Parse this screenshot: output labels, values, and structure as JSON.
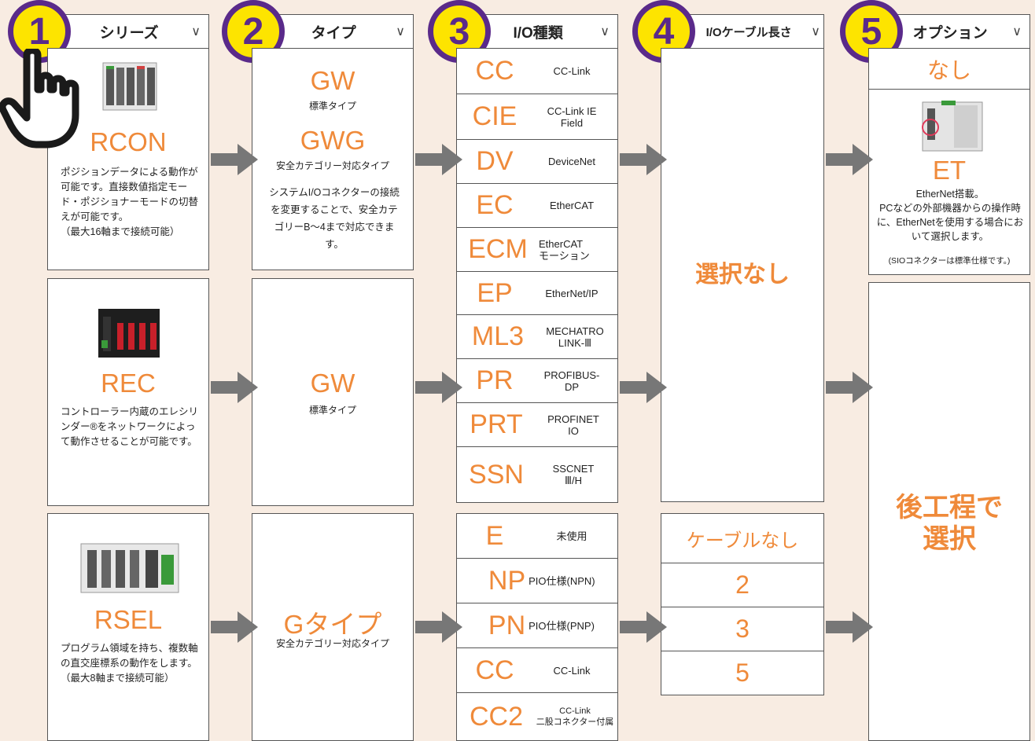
{
  "headers": [
    {
      "num": "1",
      "label": "シリーズ"
    },
    {
      "num": "2",
      "label": "タイプ"
    },
    {
      "num": "3",
      "label": "I/O種類"
    },
    {
      "num": "4",
      "label": "I/Oケーブル長さ"
    },
    {
      "num": "5",
      "label": "オプション"
    }
  ],
  "chevron": "∨",
  "series": [
    {
      "code": "RCON",
      "desc": "ポジションデータによる動作が可能です。直接数値指定モード・ポジショナーモードの切替えが可能です。\n（最大16軸まで接続可能）"
    },
    {
      "code": "REC",
      "desc": "コントローラー内蔵のエレシリンダー®をネットワークによって動作させることが可能です。"
    },
    {
      "code": "RSEL",
      "desc": "プログラム領域を持ち、複数軸の直交座標系の動作をします。\n（最大8軸まで接続可能）"
    }
  ],
  "types": {
    "rcon_gw_code": "GW",
    "rcon_gw_name": "標準タイプ",
    "rcon_gwg_code": "GWG",
    "rcon_gwg_name": "安全カテゴリー対応タイプ",
    "rcon_gwg_desc": "システムI/Oコネクターの接続を変更することで、安全カテゴリーB〜4まで対応できます。",
    "rec_gw_code": "GW",
    "rec_gw_name": "標準タイプ",
    "rsel_g_code": "Gタイプ",
    "rsel_g_name": "安全カテゴリー対応タイプ"
  },
  "io_top": [
    {
      "code": "CC",
      "name": "CC-Link"
    },
    {
      "code": "CIE",
      "name": "CC-Link IE\nField"
    },
    {
      "code": "DV",
      "name": "DeviceNet"
    },
    {
      "code": "EC",
      "name": "EtherCAT"
    },
    {
      "code": "ECM",
      "name": "EtherCAT\nモーション"
    },
    {
      "code": "EP",
      "name": "EtherNet/IP"
    },
    {
      "code": "ML3",
      "name": "MECHATRO\nLINK-Ⅲ"
    },
    {
      "code": "PR",
      "name": "PROFIBUS-\nDP"
    },
    {
      "code": "PRT",
      "name": "PROFINET\nIO"
    },
    {
      "code": "SSN",
      "name": "SSCNET\nⅢ/H"
    }
  ],
  "io_bottom": [
    {
      "code": "E",
      "name": "未使用"
    },
    {
      "code": "NP",
      "name": "PIO仕様(NPN)"
    },
    {
      "code": "PN",
      "name": "PIO仕様(PNP)"
    },
    {
      "code": "CC",
      "name": "CC-Link"
    },
    {
      "code": "CC2",
      "name": "CC-Link\n二股コネクター付属"
    }
  ],
  "cable": {
    "none_top": "選択なし",
    "items": [
      "ケーブルなし",
      "2",
      "3",
      "5"
    ]
  },
  "options": {
    "none": "なし",
    "et_code": "ET",
    "et_desc": "EtherNet搭載。\nPCなどの外部機器からの操作時に、EtherNetを使用する場合において選択します。",
    "et_note": "(SIOコネクターは標準仕様です。)",
    "later": "後工程で\n選択"
  },
  "colors": {
    "accent": "#ef8a3a",
    "circle_fill": "#fde400",
    "circle_ring": "#5a2a8a",
    "arrow": "#777777",
    "background": "#f8ece2"
  }
}
